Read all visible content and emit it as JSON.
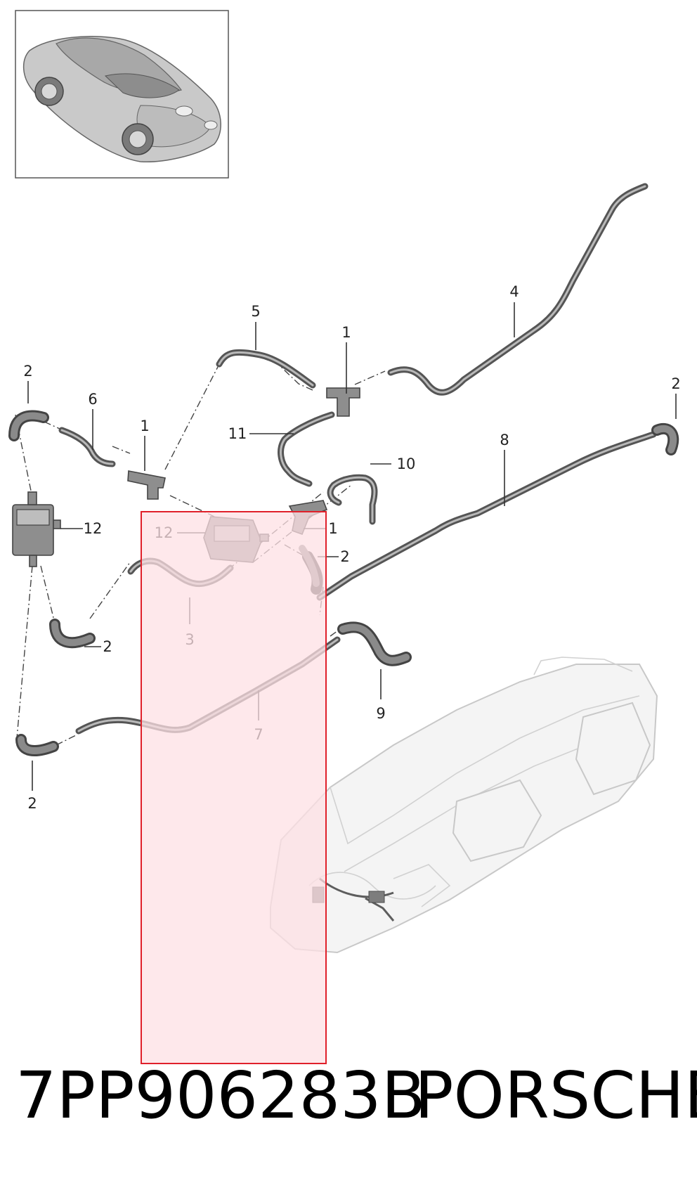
{
  "diagram": {
    "callouts": [
      {
        "id": "c4",
        "label": "4"
      },
      {
        "id": "c5",
        "label": "5"
      },
      {
        "id": "c1a",
        "label": "1"
      },
      {
        "id": "c2a",
        "label": "2"
      },
      {
        "id": "c6",
        "label": "6"
      },
      {
        "id": "c1b",
        "label": "1"
      },
      {
        "id": "c11",
        "label": "11"
      },
      {
        "id": "c10",
        "label": "10"
      },
      {
        "id": "c2b",
        "label": "2"
      },
      {
        "id": "c8",
        "label": "8"
      },
      {
        "id": "c12a",
        "label": "12"
      },
      {
        "id": "c12b",
        "label": "12"
      },
      {
        "id": "c1c",
        "label": "1"
      },
      {
        "id": "c2c",
        "label": "2"
      },
      {
        "id": "c3",
        "label": "3"
      },
      {
        "id": "c2d",
        "label": "2"
      },
      {
        "id": "c9",
        "label": "9"
      },
      {
        "id": "c7",
        "label": "7"
      },
      {
        "id": "c2e",
        "label": "2"
      }
    ],
    "highlight_color": "#e0202a",
    "highlight_fill": "#fde0e4"
  },
  "caption": {
    "part_number": "7PP906283B",
    "brand": "PORSCHE"
  }
}
